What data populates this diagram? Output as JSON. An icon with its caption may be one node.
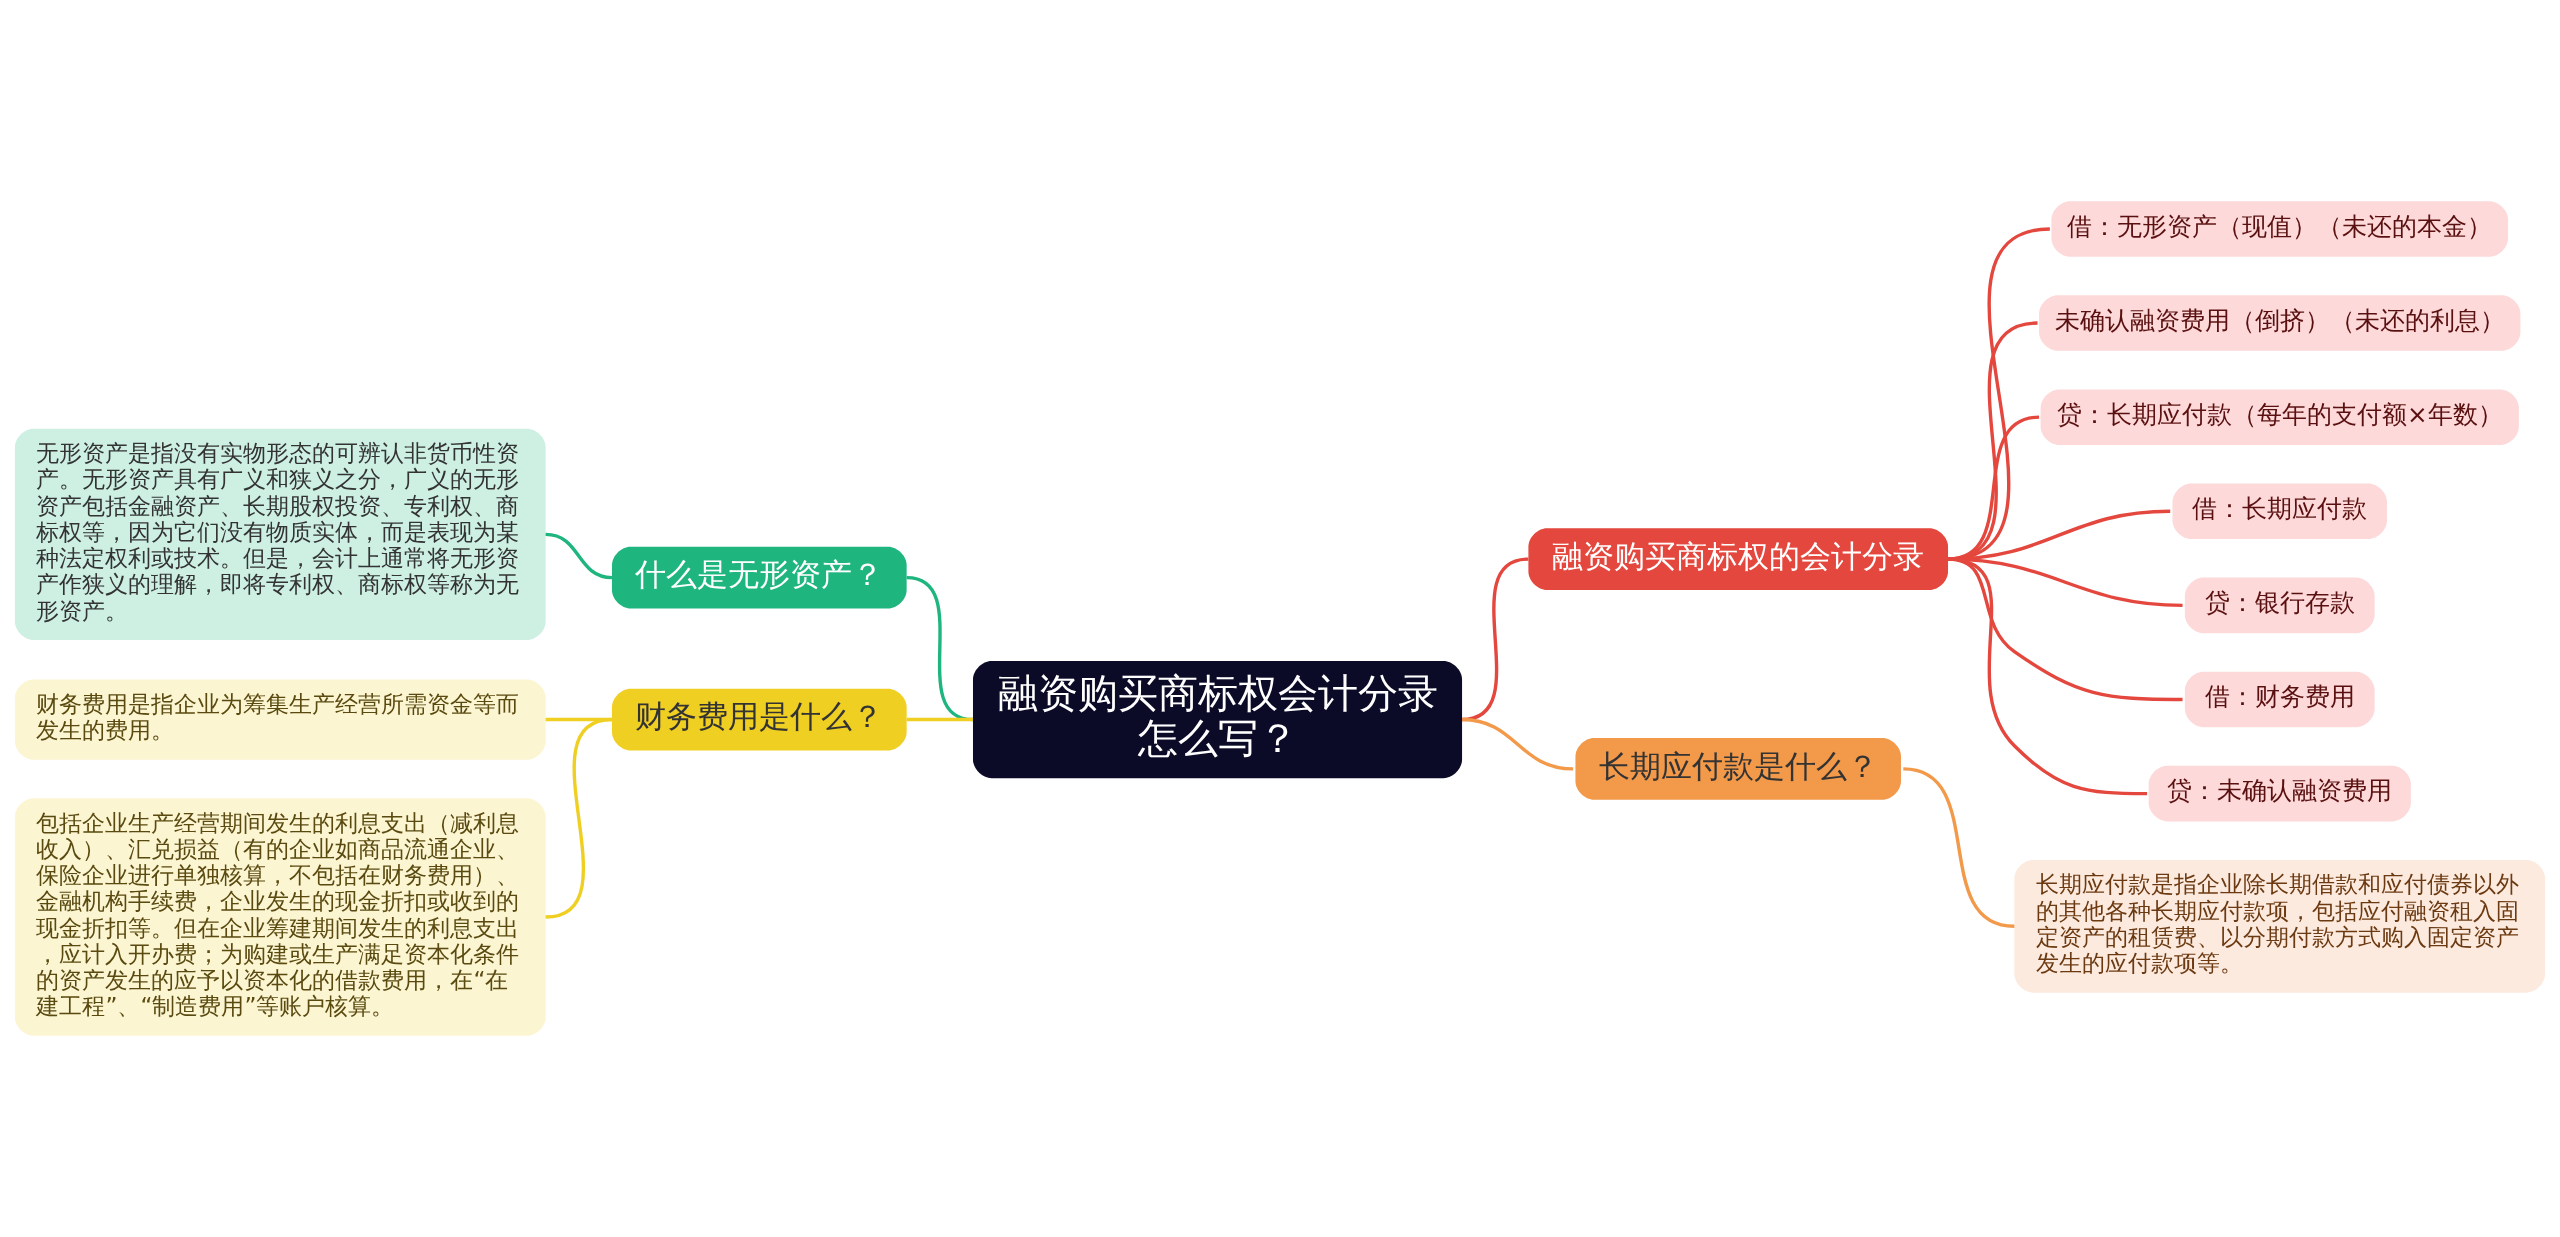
{
  "diagram": {
    "nodes": [
      {
        "text": [
          "融资购买商标权会计分录怎么写？"
        ]
      },
      {
        "text": [
          "什么是无形资产？"
        ]
      },
      {
        "text": [
          "无形资产是指没有实物形态的可辨认非货币性资产。无形资产具有广义和狭义之分，广义的无形资产包括金融资产、长期股权投资、专利权、商标权等，因为它们没有物质实体，而是表现为某种法定权利或技术。但是，会计上通常将无形资产作狭义的理解，即将专利权、商标权等称为无形资产。"
        ]
      },
      {
        "text": [
          "财务费用是什么？"
        ]
      },
      {
        "text": [
          "财务费用是指企业为筹集生产经营所需资金等而发生的费用。"
        ]
      },
      {
        "text": [
          "包括企业生产经营期间发生的利息支出（减利息收入）、汇兑损益（有的企业如商品流通企业、保险企业进行单独核算，不包括在财务费用）、金融机构手续费，企业发生的现金折扣或收到的现金折扣等。但在企业筹建期间发生的利息支出，应计入开办费；为购建或生产满足资本化条件的资产发生的应予以资本化的借款费用，在“在建工程”、“制造费用”等账户核算。"
        ]
      },
      {
        "text": [
          "融资购买商标权的会计分录"
        ]
      },
      {
        "text": [
          "借：无形资产（现值）（未还的本金）"
        ]
      },
      {
        "text": [
          "未确认融资费用（倒挤）（未还的利息）"
        ]
      },
      {
        "text": [
          "贷：长期应付款（每年的支付额×年数）"
        ]
      },
      {
        "text": [
          "借：长期应付款"
        ]
      },
      {
        "text": [
          "贷：银行存款"
        ]
      },
      {
        "text": [
          "借：财务费用"
        ]
      },
      {
        "text": [
          "贷：未确认融资费用"
        ]
      },
      {
        "text": [
          "长期应付款是什么？"
        ]
      },
      {
        "text": [
          "长期应付款是指企业除长期借款和应付债券以外的其他各种长期应付款项，包括应付融资租入固定资产的租赁费、以分期付款方式购入固定资产发生的应付款项等。"
        ]
      }
    ],
    "edges": [
      {
        "from": 0,
        "to": 1,
        "arrow": "none",
        "color": "#1fb57f"
      },
      {
        "from": 1,
        "to": 2,
        "arrow": "none",
        "color": "#1fb57f"
      },
      {
        "from": 0,
        "to": 3,
        "arrow": "none",
        "color": "#f0cf23"
      },
      {
        "from": 3,
        "to": 4,
        "arrow": "none",
        "color": "#f0cf23"
      },
      {
        "from": 3,
        "to": 5,
        "arrow": "none",
        "color": "#f0cf23"
      },
      {
        "from": 0,
        "to": 6,
        "arrow": "none"
      },
      {
        "from": 6,
        "to": 7,
        "arrow": "none"
      },
      {
        "from": 6,
        "to": 8,
        "arrow": "none"
      },
      {
        "from": 6,
        "to": 9,
        "arrow": "none"
      },
      {
        "from": 6,
        "to": 10,
        "arrow": "none"
      },
      {
        "from": 6,
        "to": 11,
        "arrow": "none"
      },
      {
        "from": 6,
        "to": 12,
        "arrow": "none"
      },
      {
        "from": 6,
        "to": 13,
        "arrow": "none"
      },
      {
        "from": 0,
        "to": 14,
        "arrow": "none",
        "color": "#f2994a"
      },
      {
        "from": 14,
        "to": 15,
        "arrow": "none",
        "color": "#f2994a"
      }
    ]
  }
}
